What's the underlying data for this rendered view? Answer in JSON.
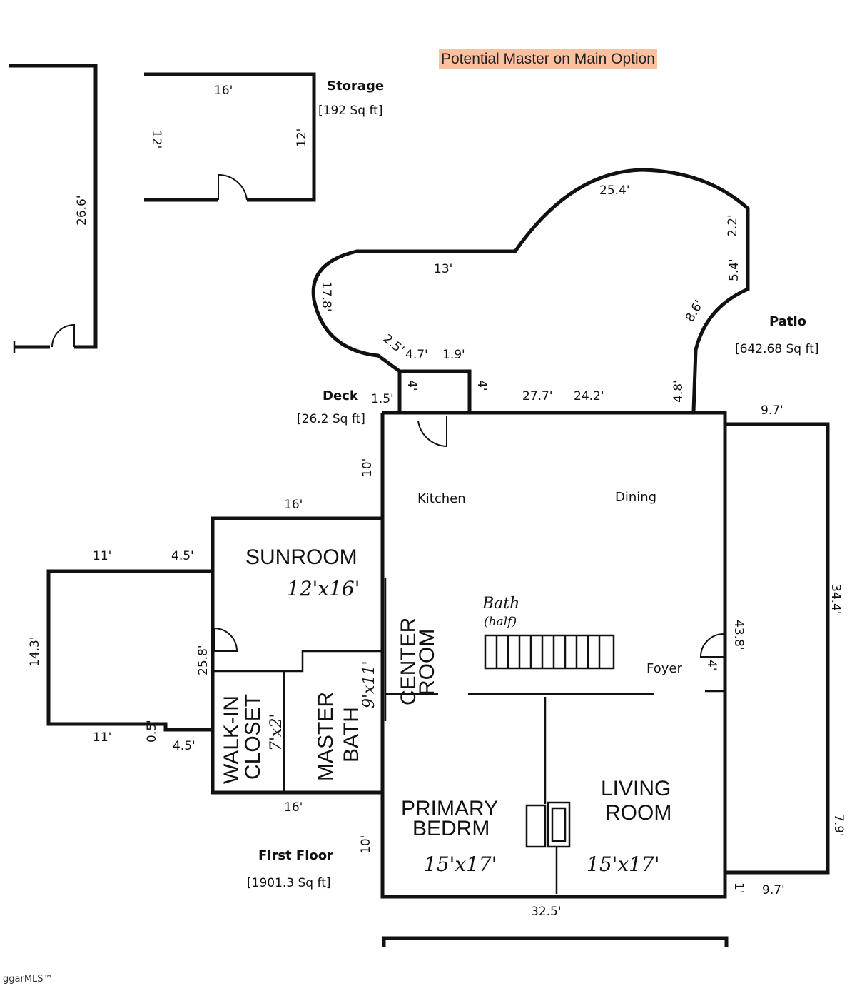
{
  "banner": "Potential Master on Main Option",
  "brand": "ggarMLS™",
  "labels": {
    "storage": "Storage",
    "storage_area": "[192 Sq ft]",
    "patio": "Patio",
    "patio_area": "[642.68 Sq ft]",
    "deck": "Deck",
    "deck_area": "[26.2 Sq ft]",
    "first_floor": "First Floor",
    "first_floor_area": "[1901.3 Sq ft]"
  },
  "rooms": {
    "kitchen": "Kitchen",
    "dining": "Dining",
    "sunroom": "SUNROOM",
    "sunroom_size": "12'x16'",
    "center_room_1": "CENTER",
    "center_room_2": "ROOM",
    "bath": "Bath",
    "bath_note": "(half)",
    "foyer": "Foyer",
    "walk_in_1": "WALK-IN",
    "walk_in_2": "CLOSET",
    "walk_in_size": "7'x2'",
    "master_bath_1": "MASTER",
    "master_bath_2": "BATH",
    "master_bath_size": "9'x11'",
    "primary_1": "PRIMARY",
    "primary_2": "BEDRM",
    "primary_size": "15'x17'",
    "living_1": "LIVING",
    "living_2": "ROOM",
    "living_size": "15'x17'"
  },
  "dimensions": {
    "left_wall": "26.6'",
    "storage_top": "16'",
    "storage_left": "12'",
    "storage_right": "12'",
    "patio_arc": "25.4'",
    "patio_right_a": "2.2'",
    "patio_right_b": "5.4'",
    "patio_diag": "8.6'",
    "patio_top": "13'",
    "patio_left": "17.8'",
    "patio_small": "2.5'",
    "deck_4_7": "4.7'",
    "deck_1_9": "1.9'",
    "deck_4a": "4'",
    "deck_4b": "4'",
    "deck_1_5": "1.5'",
    "top_27_7": "27.7'",
    "top_24_2": "24.2'",
    "patio_4_8": "4.8'",
    "garage_top": "9.7'",
    "garage_right": "34.4'",
    "garage_right_b": "7.9'",
    "garage_bottom": "9.7'",
    "garage_small": "1'",
    "kitchen_left": "10'",
    "sunroom_top": "16'",
    "wing_11a": "11'",
    "wing_4_5a": "4.5'",
    "wing_left": "14.3'",
    "wing_25_8": "25.8'",
    "wing_11b": "11'",
    "wing_0_5": "0.5'",
    "wing_4_5b": "4.5'",
    "bottom_16": "16'",
    "bedroom_left": "10'",
    "foyer_4": "4'",
    "right_43_8": "43.8'",
    "bottom_32_5": "32.5'"
  }
}
